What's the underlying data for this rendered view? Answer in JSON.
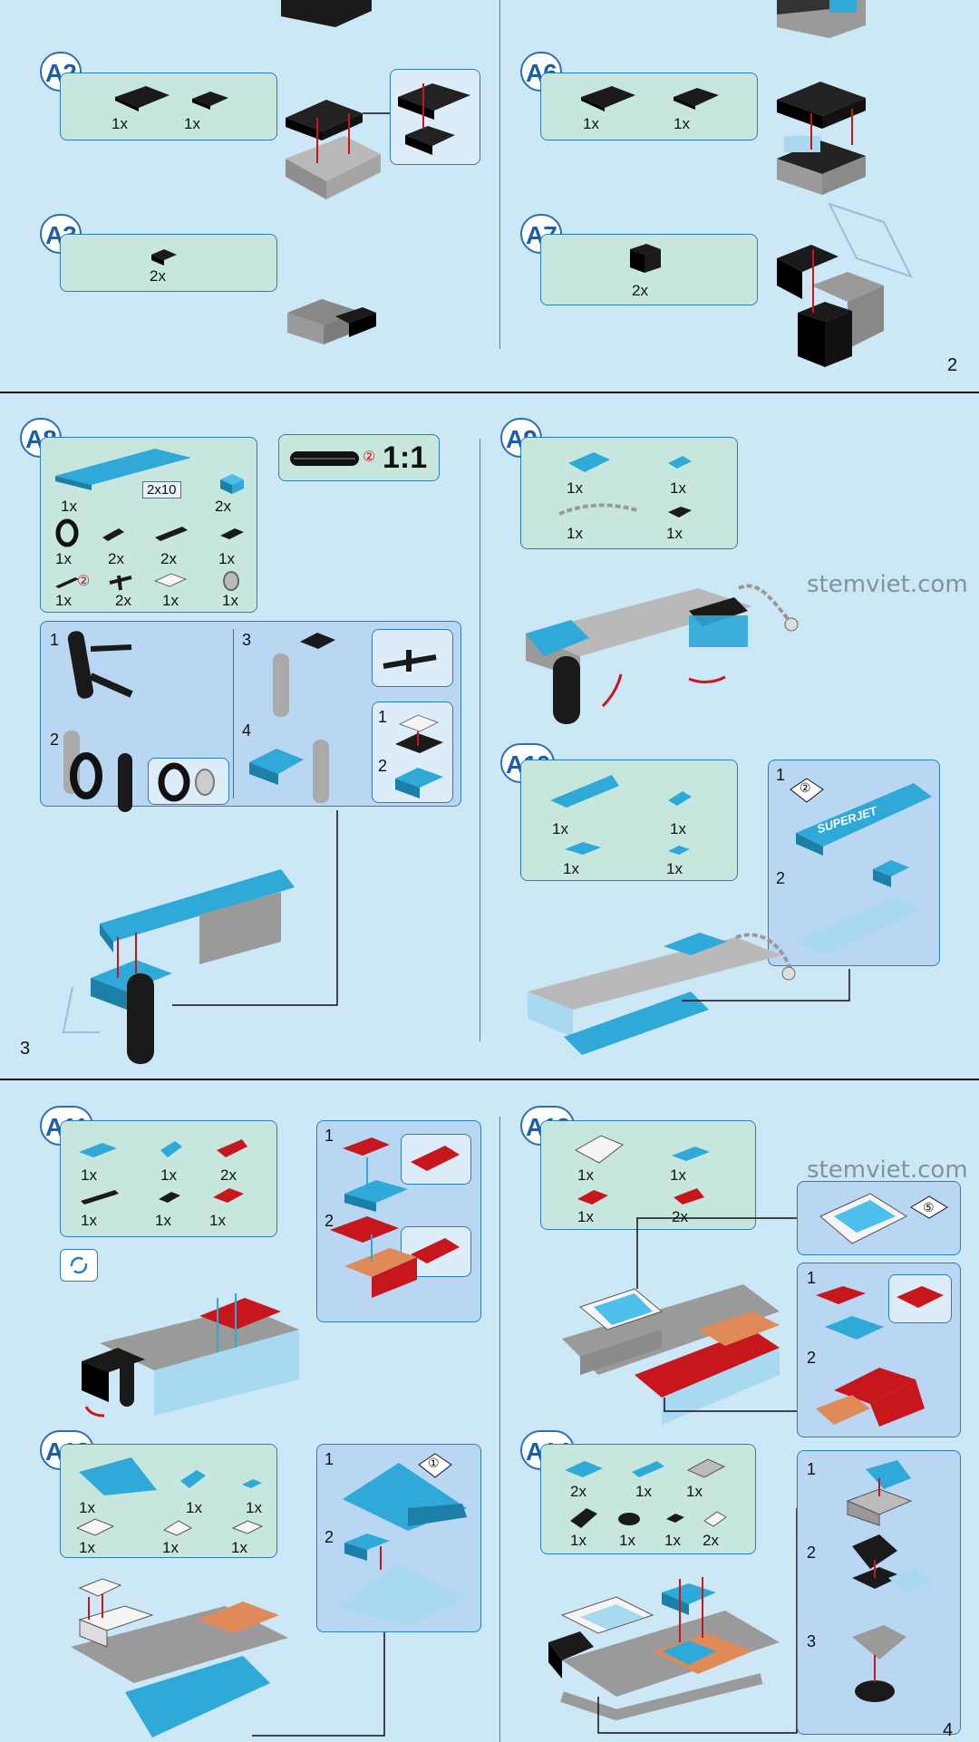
{
  "watermark": "stemviet.com",
  "page2": {
    "number": "2",
    "steps": {
      "a2": {
        "label": "A2",
        "qty": [
          "1x",
          "1x"
        ]
      },
      "a3": {
        "label": "A3",
        "qty": [
          "2x"
        ]
      },
      "a6": {
        "label": "A6",
        "qty": [
          "1x",
          "1x"
        ]
      },
      "a7": {
        "label": "A7",
        "qty": [
          "2x"
        ]
      }
    }
  },
  "page3": {
    "number": "3",
    "a8": {
      "label": "A8",
      "plate_size": "2x10",
      "qty": [
        "1x",
        "2x",
        "1x",
        "2x",
        "2x",
        "1x",
        "1x",
        "2x",
        "1x",
        "1x"
      ],
      "ratio_label": "1:1",
      "ratio_circle": "②",
      "callout_circle": "②",
      "substeps": [
        "1",
        "2",
        "3",
        "4",
        "1",
        "2"
      ]
    },
    "a9": {
      "label": "A9",
      "qty": [
        "1x",
        "1x",
        "1x",
        "1x"
      ]
    },
    "a10": {
      "label": "A10",
      "qty": [
        "1x",
        "1x",
        "1x",
        "1x"
      ],
      "substeps": [
        "1",
        "2"
      ],
      "sticker": "②",
      "decal": "SUPERJET"
    }
  },
  "page4": {
    "number": "4",
    "a11": {
      "label": "A11",
      "qty": [
        "1x",
        "1x",
        "2x",
        "1x",
        "1x",
        "1x"
      ],
      "substeps": [
        "1",
        "2"
      ]
    },
    "a12": {
      "label": "A12",
      "qty": [
        "1x",
        "1x",
        "1x",
        "1x",
        "1x",
        "1x"
      ],
      "substeps": [
        "1",
        "2"
      ],
      "sticker": "①"
    },
    "a13": {
      "label": "A13",
      "qty": [
        "1x",
        "1x",
        "1x",
        "2x"
      ],
      "substeps": [
        "1",
        "2"
      ],
      "sticker": "⑤"
    },
    "a14": {
      "label": "A14",
      "qty": [
        "2x",
        "1x",
        "1x",
        "1x",
        "1x",
        "1x",
        "2x"
      ],
      "substeps": [
        "1",
        "2",
        "3"
      ]
    }
  },
  "colors": {
    "azure": "#2ea9d8",
    "black": "#1a1a1a",
    "grey": "#9a9a9a",
    "red": "#c8161d",
    "orange": "#e08a5a",
    "white": "#f5f5f5",
    "trans": "#a9d9f0"
  }
}
